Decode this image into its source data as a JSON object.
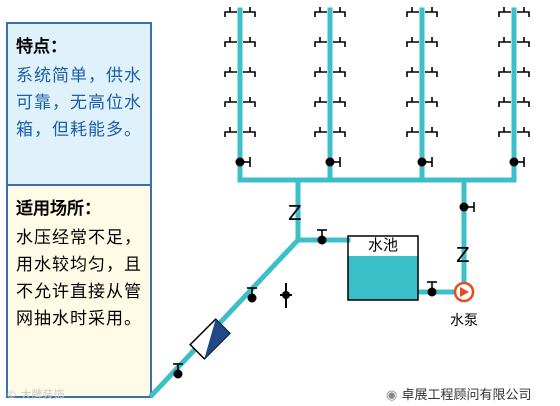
{
  "features": {
    "title": "特点：",
    "text": "系统简单，供水可靠，无高位水箱，但耗能多。"
  },
  "applicability": {
    "title": "适用场所：",
    "text": "水压经常不足，用水较均匀，且不允许直接从管网抽水时采用。"
  },
  "labels": {
    "tank": "水池",
    "pump": "水泵",
    "check_valve": "Z"
  },
  "watermarks": {
    "left": "大牌装饰",
    "right": "卓展工程顾问有限公司"
  },
  "colors": {
    "pipe": "#3bbfc8",
    "water": "#3bbfc8",
    "pump": "#e84b1e",
    "meter": "#1f4a86",
    "fixture": "#000000",
    "panel_border": "#3b6fb0"
  }
}
